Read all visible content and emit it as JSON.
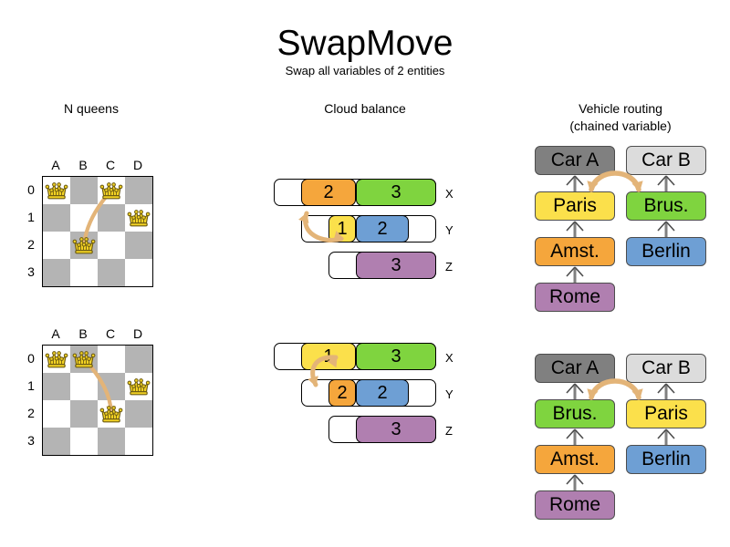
{
  "title": "SwapMove",
  "subtitle": "Swap all variables of 2 entities",
  "sections": {
    "nqueens": {
      "heading": "N queens"
    },
    "cloud": {
      "heading": "Cloud balance"
    },
    "vrp": {
      "heading_line1": "Vehicle routing",
      "heading_line2": "(chained variable)"
    }
  },
  "nqueens": {
    "column_labels": [
      "A",
      "B",
      "C",
      "D"
    ],
    "row_labels": [
      "0",
      "1",
      "2",
      "3"
    ],
    "before": {
      "queens": [
        {
          "col": 0,
          "row": 0
        },
        {
          "col": 2,
          "row": 0
        },
        {
          "col": 3,
          "row": 1
        },
        {
          "col": 1,
          "row": 2
        }
      ],
      "swap_from": {
        "col": 2,
        "row": 0
      },
      "swap_to": {
        "col": 1,
        "row": 2
      }
    },
    "after": {
      "queens": [
        {
          "col": 0,
          "row": 0
        },
        {
          "col": 1,
          "row": 0
        },
        {
          "col": 3,
          "row": 1
        },
        {
          "col": 2,
          "row": 2
        }
      ],
      "swap_from": {
        "col": 1,
        "row": 0
      },
      "swap_to": {
        "col": 2,
        "row": 2
      }
    }
  },
  "cloud_balance": {
    "before": [
      {
        "label": "X",
        "segments": [
          {
            "value": "2",
            "color": "#f5a63c"
          },
          {
            "value": "3",
            "color": "#7fd43f"
          }
        ]
      },
      {
        "label": "Y",
        "segments": [
          {
            "value": "1",
            "color": "#fbe04b"
          },
          {
            "value": "2",
            "color": "#6e9fd4"
          }
        ]
      },
      {
        "label": "Z",
        "segments": [
          {
            "value": "3",
            "color": "#b07fb0"
          }
        ]
      }
    ],
    "after": [
      {
        "label": "X",
        "segments": [
          {
            "value": "1",
            "color": "#fbe04b"
          },
          {
            "value": "3",
            "color": "#7fd43f"
          }
        ]
      },
      {
        "label": "Y",
        "segments": [
          {
            "value": "2",
            "color": "#f5a63c"
          },
          {
            "value": "2",
            "color": "#6e9fd4"
          }
        ]
      },
      {
        "label": "Z",
        "segments": [
          {
            "value": "3",
            "color": "#b07fb0"
          }
        ]
      }
    ]
  },
  "vehicle_routing": {
    "before": {
      "car_a": {
        "label": "Car A",
        "color": "#808080"
      },
      "car_b": {
        "label": "Car B",
        "color": "#dcdcdc"
      },
      "chain_a": [
        {
          "label": "Paris",
          "color": "#fbe04b"
        },
        {
          "label": "Amst.",
          "color": "#f5a63c"
        },
        {
          "label": "Rome",
          "color": "#b07fb0"
        }
      ],
      "chain_b": [
        {
          "label": "Brus.",
          "color": "#7fd43f"
        },
        {
          "label": "Berlin",
          "color": "#6e9fd4"
        }
      ]
    },
    "after": {
      "car_a": {
        "label": "Car A",
        "color": "#808080"
      },
      "car_b": {
        "label": "Car B",
        "color": "#dcdcdc"
      },
      "chain_a": [
        {
          "label": "Brus.",
          "color": "#7fd43f"
        },
        {
          "label": "Amst.",
          "color": "#f5a63c"
        },
        {
          "label": "Rome",
          "color": "#b07fb0"
        }
      ],
      "chain_b": [
        {
          "label": "Paris",
          "color": "#fbe04b"
        },
        {
          "label": "Berlin",
          "color": "#6e9fd4"
        }
      ]
    }
  },
  "colors": {
    "swap_arrow": "#e3b478",
    "swap_arrow_dark": "#d99b35",
    "board_dark": "#b4b4b4",
    "board_light": "#ffffff",
    "queen_fill": "#f2d224",
    "queen_stroke": "#6b5a12"
  }
}
